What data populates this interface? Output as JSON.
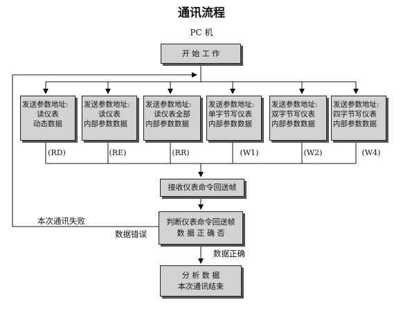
{
  "title": "通讯流程",
  "pc_label": "PC 机",
  "start_box": "开 始 工 作",
  "commands": [
    {
      "line1": "发送参数地址:",
      "line2": "读仪表",
      "line3": "动态数据",
      "code": "(RD)"
    },
    {
      "line1": "发送参数地址:",
      "line2": "读仪表",
      "line3": "内部参数数据",
      "code": "(RE)"
    },
    {
      "line1": "发送参数地址:",
      "line2": "读仪表全部",
      "line3": "内部参数数据",
      "code": "(RR)"
    },
    {
      "line1": "发送参数地址:",
      "line2": "单字节写仪表",
      "line3": "内部参数数据",
      "code": "(W1)"
    },
    {
      "line1": "发送参数地址:",
      "line2": "双字节写仪表",
      "line3": "内部参数数据",
      "code": "(W2)"
    },
    {
      "line1": "发送参数地址:",
      "line2": "四字节写仪表",
      "line3": "内部参数数据",
      "code": "(W4)"
    }
  ],
  "receive_box": "接收仪表命令回送帧",
  "judge_box": {
    "line1": "判断仪表命令回送帧",
    "line2": "数 据 正 确 否"
  },
  "analyze_box": {
    "line1": "分 析 数 据",
    "line2": "本次通讯结束"
  },
  "labels": {
    "fail": "本次通讯失败",
    "error": "数据错误",
    "correct": "数据正确"
  }
}
